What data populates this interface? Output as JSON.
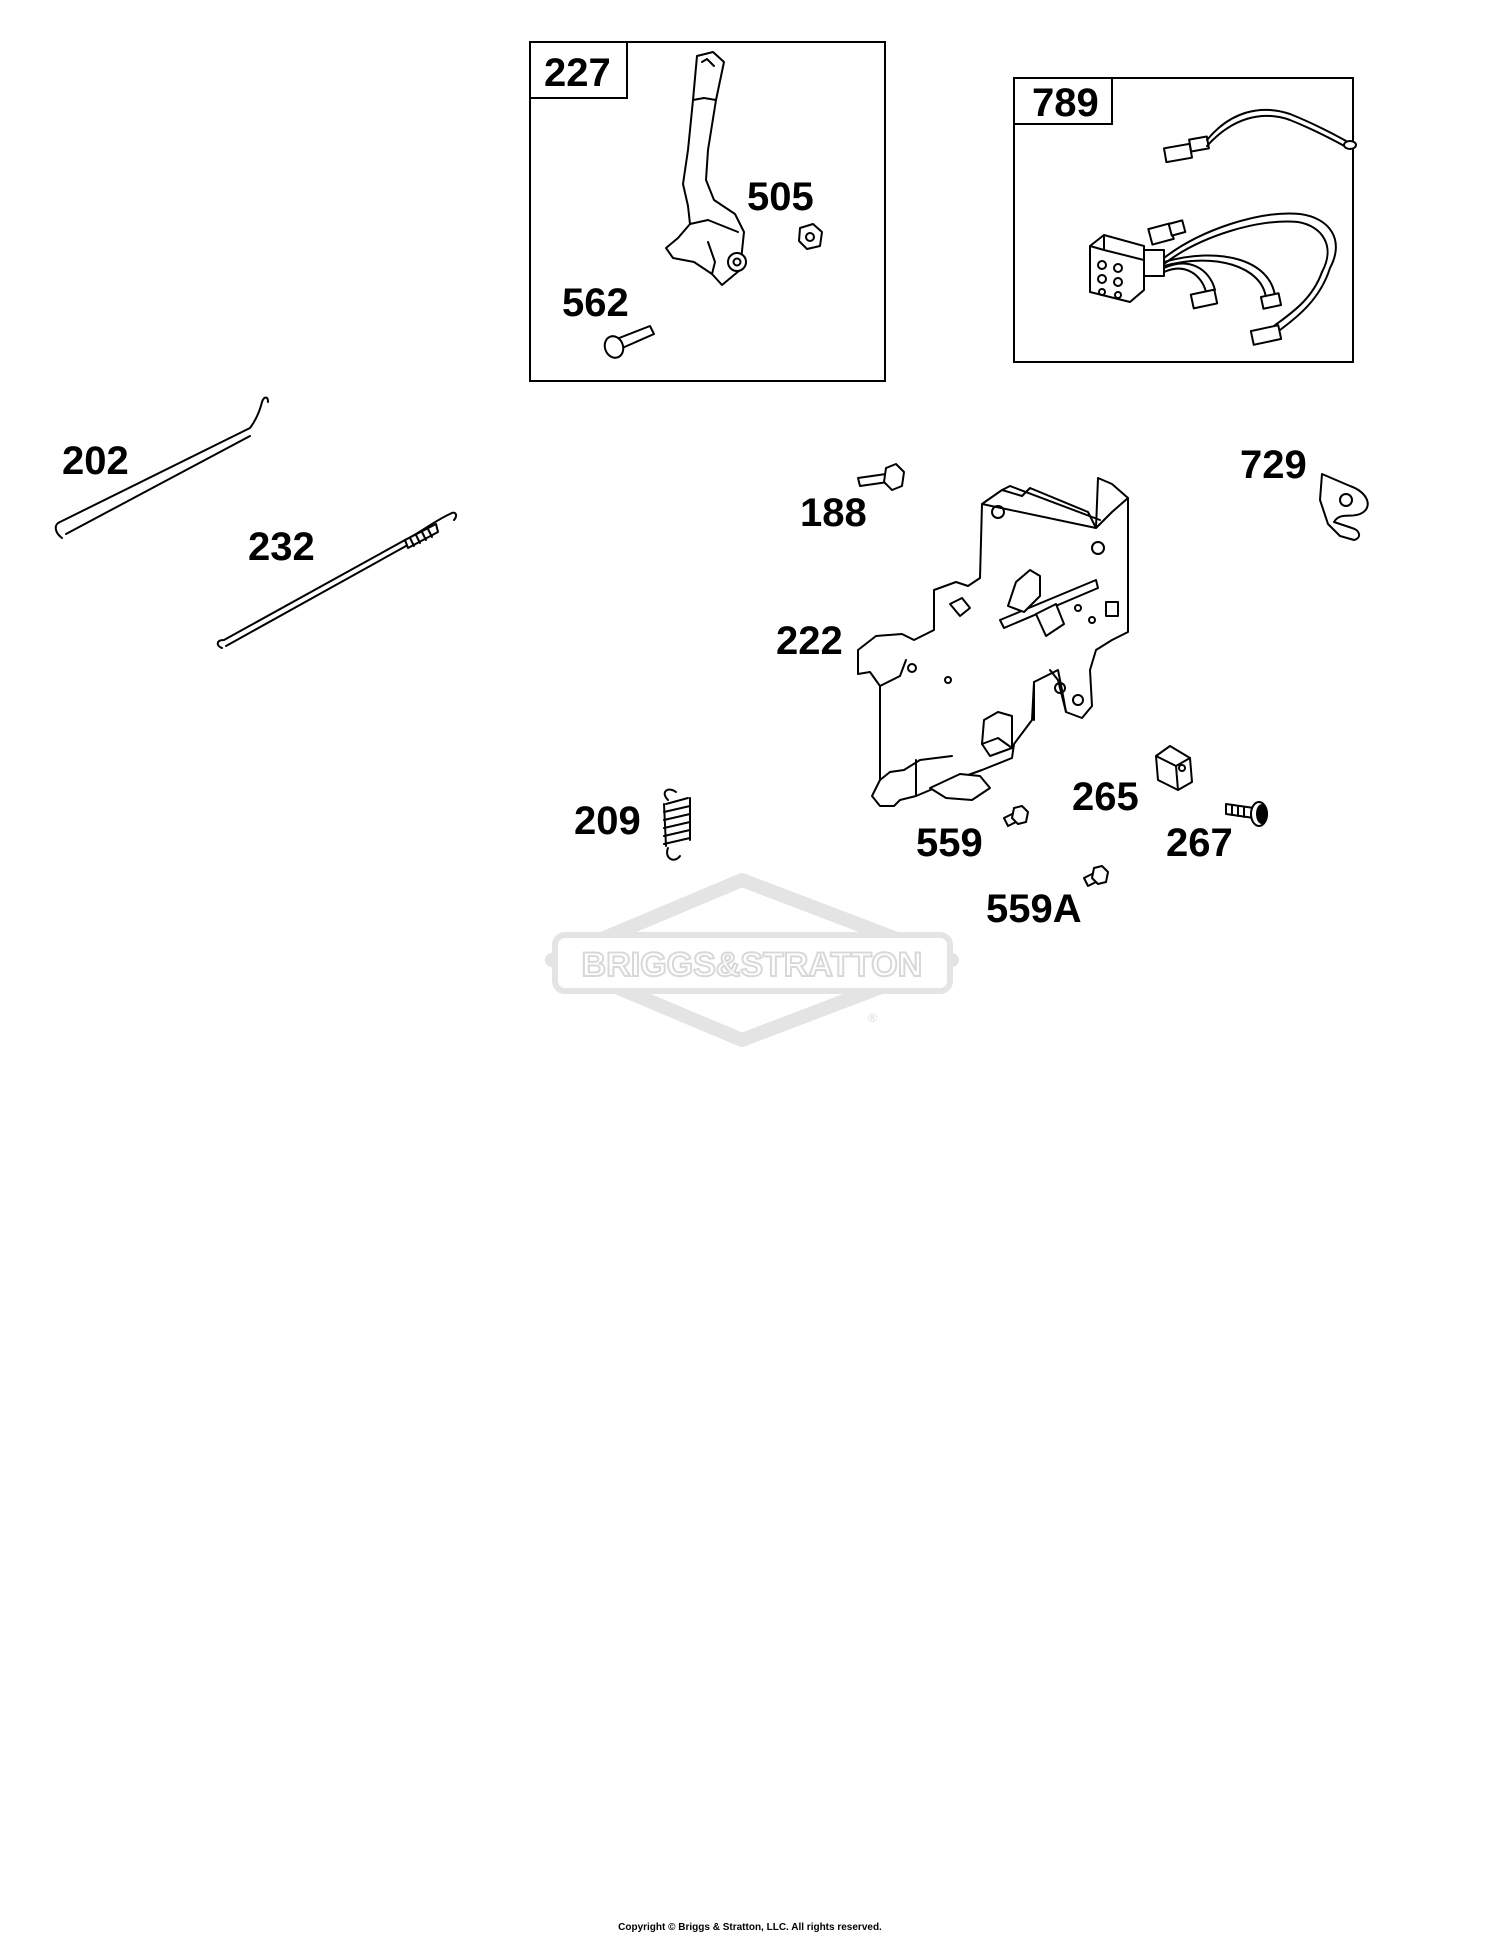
{
  "parts": {
    "p227": "227",
    "p505": "505",
    "p562": "562",
    "p789": "789",
    "p202": "202",
    "p232": "232",
    "p188": "188",
    "p729": "729",
    "p222": "222",
    "p265": "265",
    "p209": "209",
    "p559": "559",
    "p267": "267",
    "p559a": "559A"
  },
  "watermark": {
    "text": "BRIGGS&STRATTON",
    "reg_mark": "®",
    "color": "#dcdcdc"
  },
  "footer": {
    "copyright": "Copyright © Briggs & Stratton, LLC. All rights reserved."
  }
}
